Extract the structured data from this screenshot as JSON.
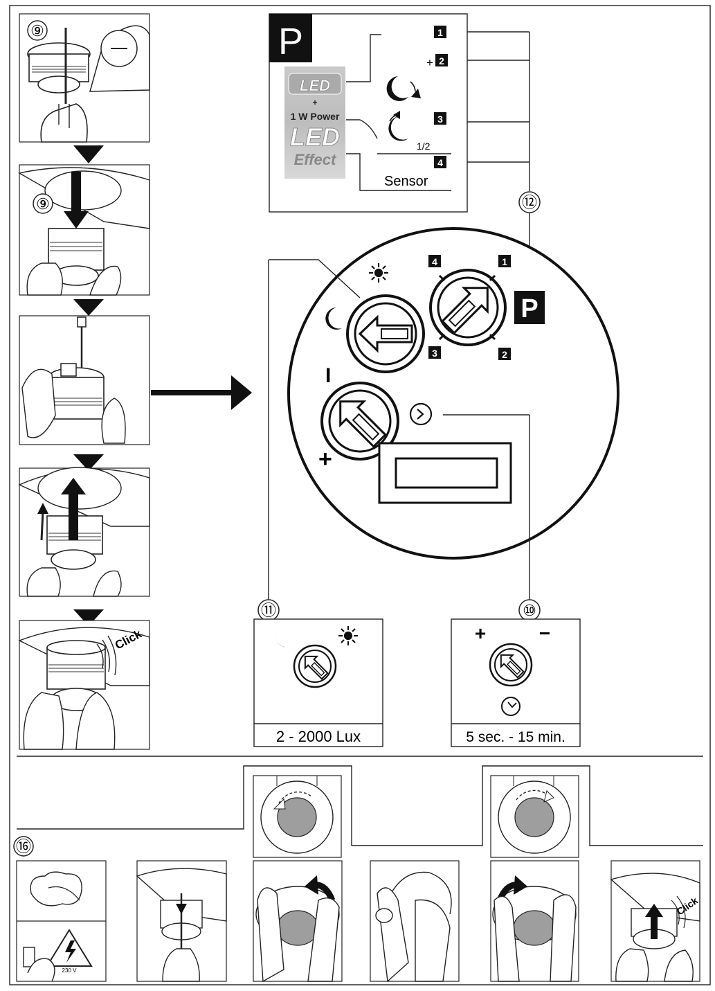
{
  "steps": {
    "s9": "⑨",
    "s9b": "⑨",
    "s10": "⑩",
    "s11": "⑪",
    "s12": "⑫",
    "s16": "⑯"
  },
  "click_label": "Click",
  "program_panel": {
    "p_label": "P",
    "led_badge": {
      "led": "LED",
      "plus": "+",
      "power": "1 W Power",
      "led_big": "LED",
      "effect": "Effect"
    },
    "positions": [
      "1",
      "+",
      "2",
      "3",
      "4"
    ],
    "half": "1/2",
    "sensor": "Sensor"
  },
  "control_circle": {
    "p_label": "P",
    "dial_numbers": [
      "4",
      "1",
      "3",
      "2"
    ],
    "minus_sign": "I",
    "plus_sign": "+"
  },
  "lux_panel": {
    "range": "2 - 2000 Lux"
  },
  "time_panel": {
    "plus": "+",
    "minus": "−",
    "range": "5 sec. - 15 min."
  },
  "bottom": {
    "voltage": "230 V",
    "click_label": "Click"
  }
}
